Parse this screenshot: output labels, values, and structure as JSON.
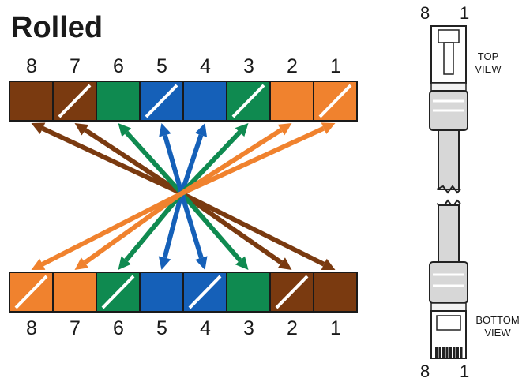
{
  "title": "Rolled",
  "colors": {
    "brown": "#7a3a10",
    "green": "#0f8a50",
    "blue": "#1560b8",
    "orange": "#f0822e",
    "stripe": "#ffffff",
    "outline": "#1a1a1a"
  },
  "top_row": {
    "pins": [
      {
        "label": "8",
        "color": "brown",
        "striped": false
      },
      {
        "label": "7",
        "color": "brown",
        "striped": true
      },
      {
        "label": "6",
        "color": "green",
        "striped": false
      },
      {
        "label": "5",
        "color": "blue",
        "striped": true
      },
      {
        "label": "4",
        "color": "blue",
        "striped": false
      },
      {
        "label": "3",
        "color": "green",
        "striped": true
      },
      {
        "label": "2",
        "color": "orange",
        "striped": false
      },
      {
        "label": "1",
        "color": "orange",
        "striped": true
      }
    ]
  },
  "bottom_row": {
    "pins": [
      {
        "label": "8",
        "color": "orange",
        "striped": true
      },
      {
        "label": "7",
        "color": "orange",
        "striped": false
      },
      {
        "label": "6",
        "color": "green",
        "striped": true
      },
      {
        "label": "5",
        "color": "blue",
        "striped": false
      },
      {
        "label": "4",
        "color": "blue",
        "striped": true
      },
      {
        "label": "3",
        "color": "green",
        "striped": false
      },
      {
        "label": "2",
        "color": "brown",
        "striped": true
      },
      {
        "label": "1",
        "color": "brown",
        "striped": false
      }
    ]
  },
  "connections": [
    {
      "from": "8",
      "to": "1",
      "color": "brown"
    },
    {
      "from": "7",
      "to": "2",
      "color": "brown"
    },
    {
      "from": "6",
      "to": "3",
      "color": "green"
    },
    {
      "from": "5",
      "to": "4",
      "color": "blue"
    },
    {
      "from": "4",
      "to": "5",
      "color": "blue"
    },
    {
      "from": "3",
      "to": "6",
      "color": "green"
    },
    {
      "from": "2",
      "to": "7",
      "color": "orange"
    },
    {
      "from": "1",
      "to": "8",
      "color": "orange"
    }
  ],
  "cable": {
    "top_view_label": "TOP\nVIEW",
    "bottom_view_label": "BOTTOM\nVIEW",
    "top_pin_left": "8",
    "top_pin_right": "1",
    "bottom_pin_left": "8",
    "bottom_pin_right": "1"
  }
}
